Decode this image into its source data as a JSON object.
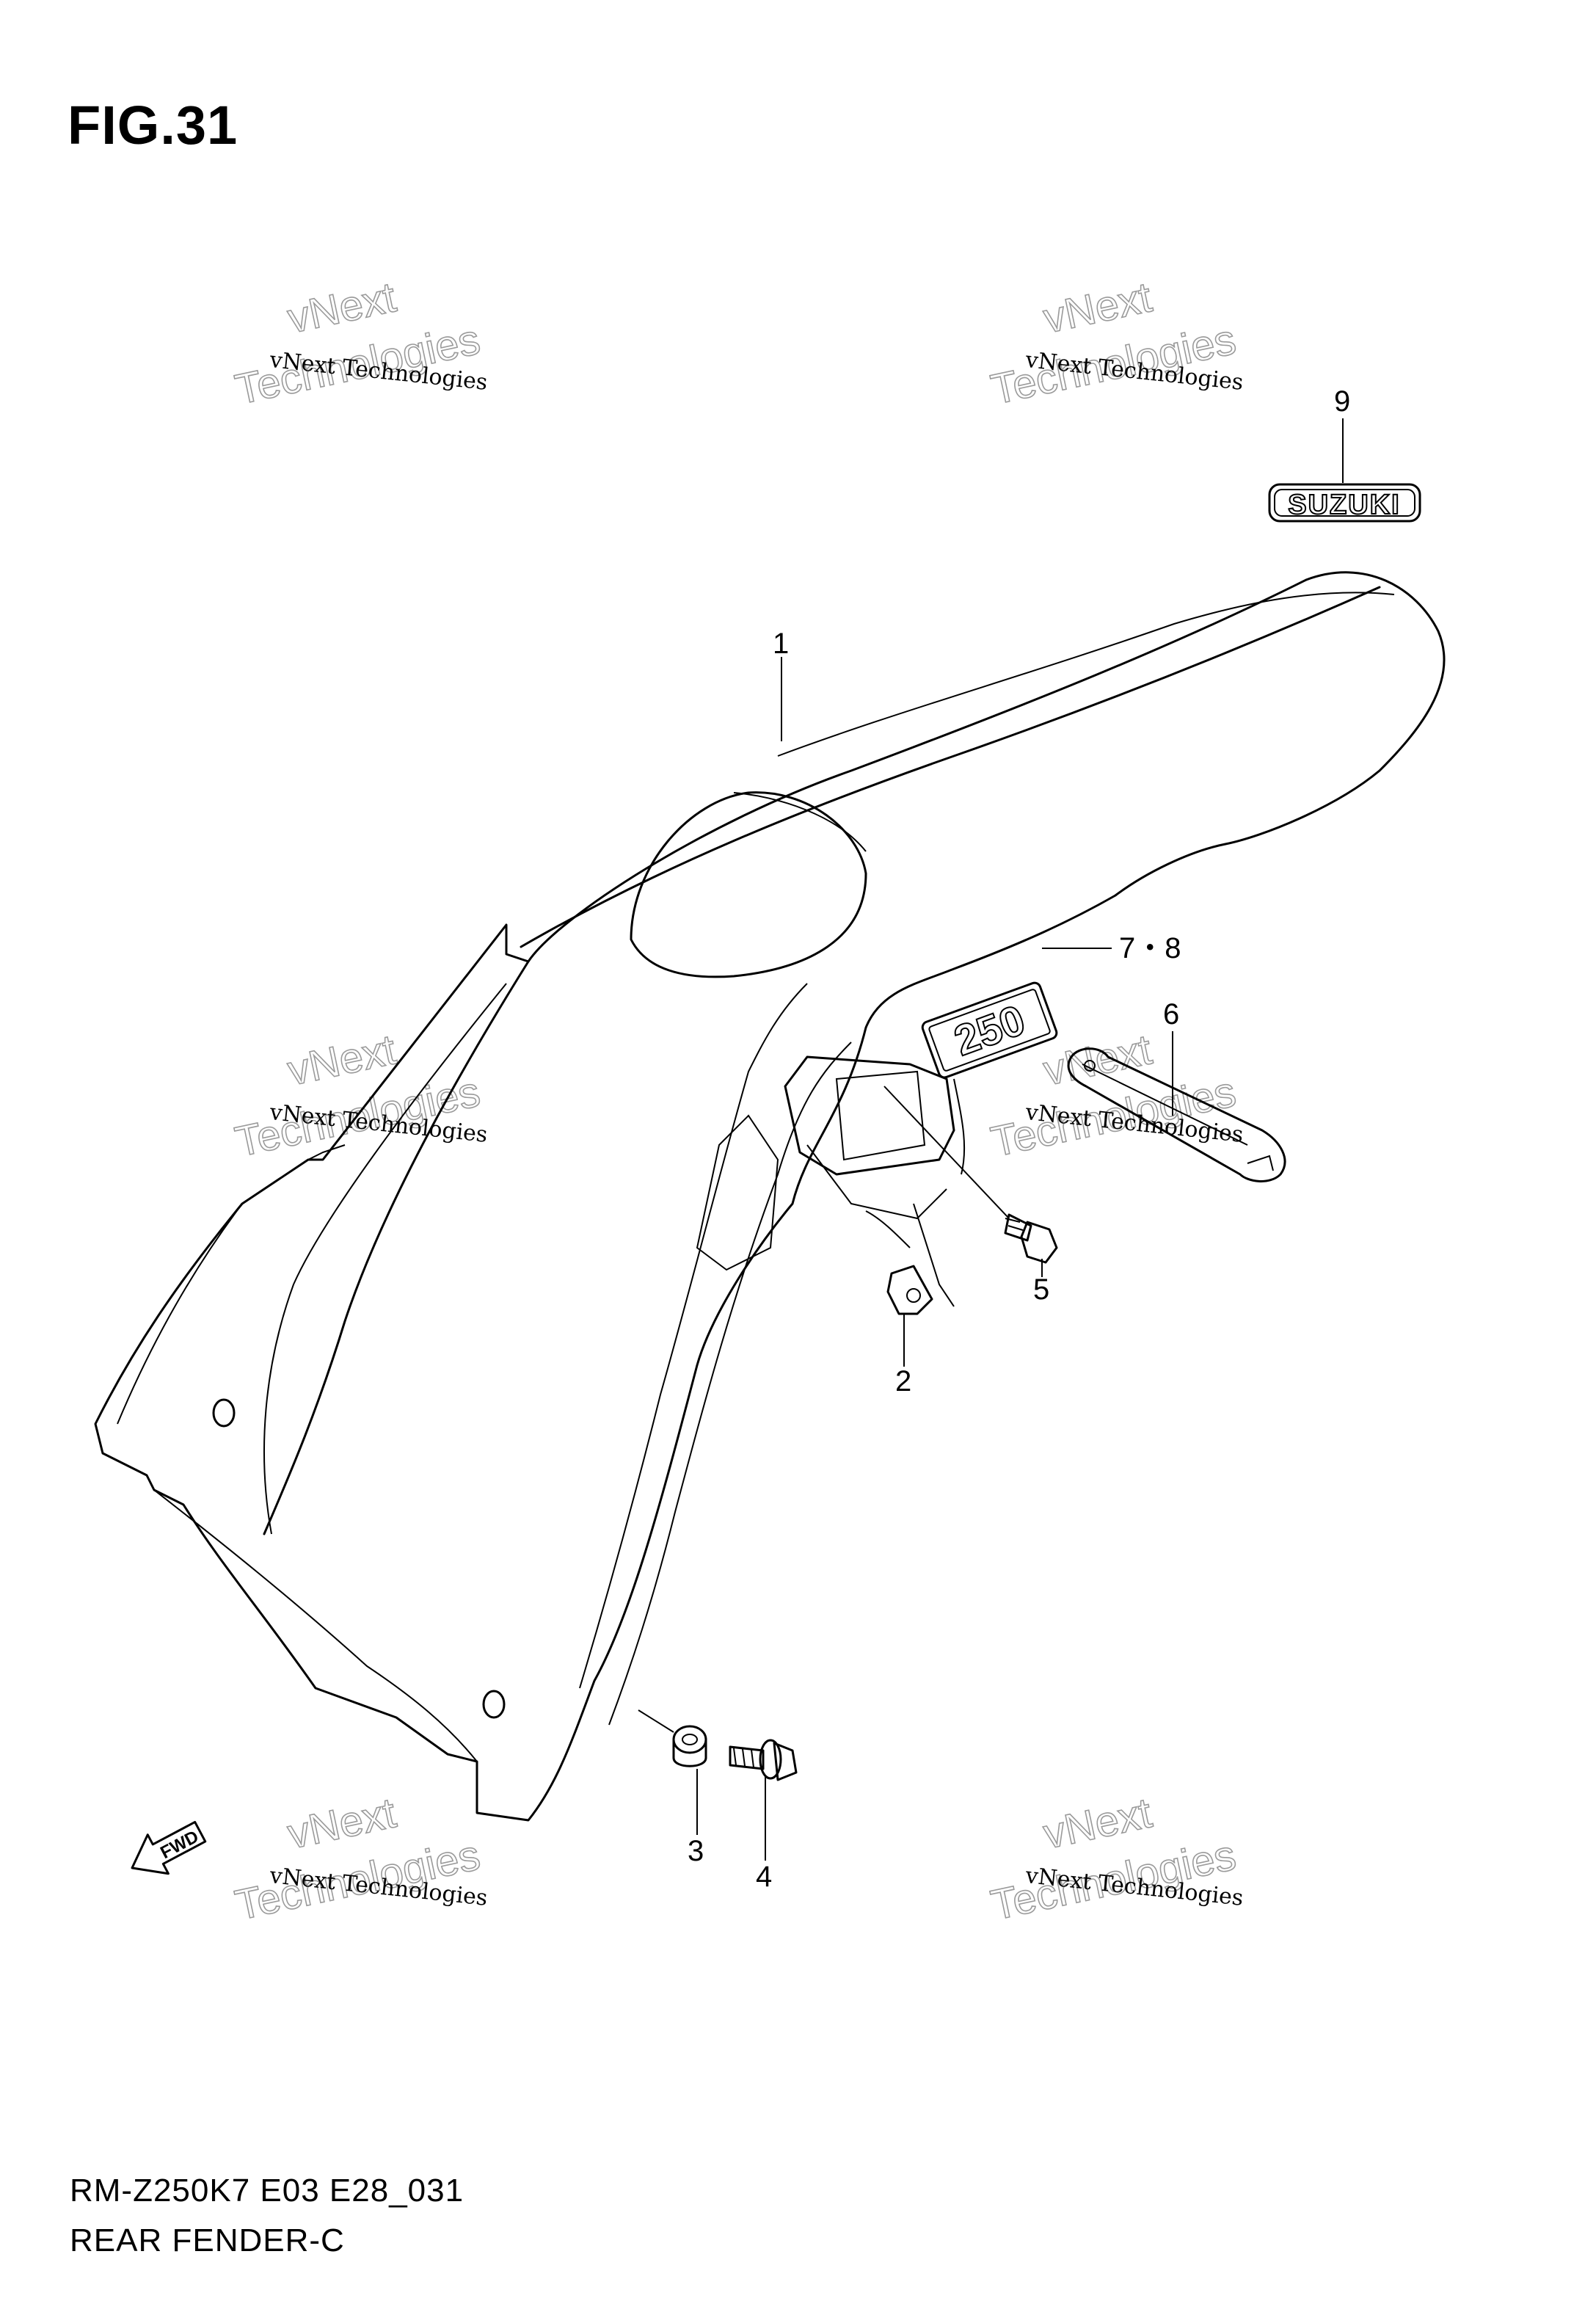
{
  "figure": {
    "title": "FIG.31",
    "code": "RM-Z250K7 E03 E28_031",
    "name": "REAR FENDER-C"
  },
  "callouts": [
    "1",
    "2",
    "3",
    "4",
    "5",
    "6",
    "7・8",
    "9"
  ],
  "decals": {
    "brand": "SUZUKI",
    "model": "250",
    "direction": "FWD"
  },
  "watermark": {
    "line1": "vNext Technologies",
    "line2": "vNext",
    "line3": "Technologies"
  }
}
